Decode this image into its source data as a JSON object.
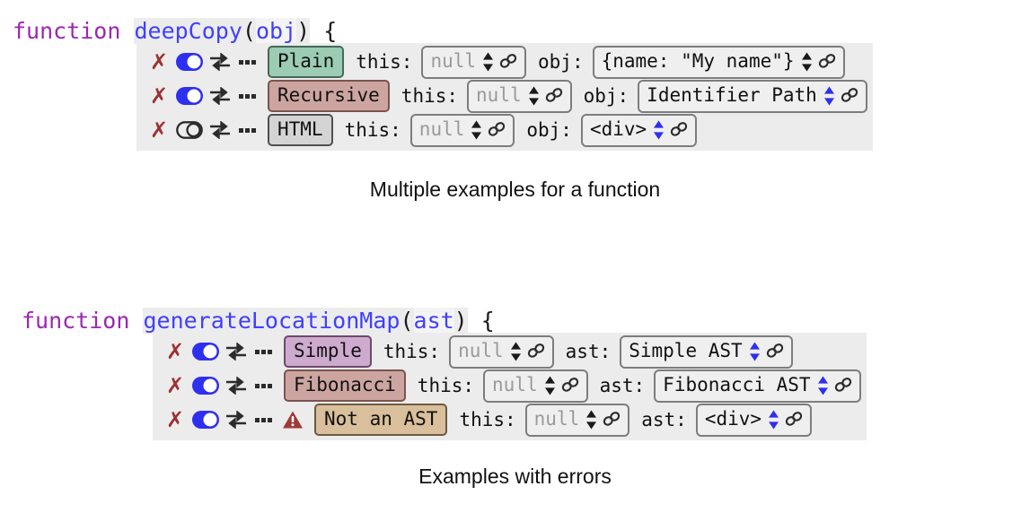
{
  "blocks": [
    {
      "signature": {
        "keyword": "function ",
        "name": "deepCopy",
        "open": "(",
        "arg": "obj",
        "close": ")",
        "brace": " {"
      },
      "caption": "Multiple examples for a function",
      "rows": [
        {
          "close_icon": "x-icon",
          "toggle": "on",
          "swap_icon": "swap-icon",
          "more_icon": "ellipsis-icon",
          "warning": false,
          "chip": {
            "label": "Plain",
            "color": "#9ccdb4",
            "style": "green"
          },
          "params": [
            {
              "label": "this:",
              "value": "null",
              "null": true,
              "arrows": "black",
              "link_icon": "chain-link-icon"
            },
            {
              "label": "obj:",
              "value": "{name: \"My name\"}",
              "null": false,
              "arrows": "black",
              "link_icon": "chain-link-icon"
            }
          ]
        },
        {
          "close_icon": "x-icon",
          "toggle": "on",
          "swap_icon": "swap-icon",
          "more_icon": "ellipsis-icon",
          "warning": false,
          "chip": {
            "label": "Recursive",
            "color": "#cda5a0",
            "style": "rose"
          },
          "params": [
            {
              "label": "this:",
              "value": "null",
              "null": true,
              "arrows": "black",
              "link_icon": "chain-link-icon"
            },
            {
              "label": "obj:",
              "value": "Identifier Path",
              "null": false,
              "arrows": "blue",
              "link_icon": "chain-link-icon"
            }
          ]
        },
        {
          "close_icon": "x-icon",
          "toggle": "off",
          "swap_icon": "swap-icon",
          "more_icon": "ellipsis-icon",
          "warning": false,
          "chip": {
            "label": "HTML",
            "color": "#d4d4d4",
            "style": "gray"
          },
          "params": [
            {
              "label": "this:",
              "value": "null",
              "null": true,
              "arrows": "black",
              "link_icon": "chain-link-icon"
            },
            {
              "label": "obj:",
              "value": "<div>",
              "null": false,
              "arrows": "blue",
              "link_icon": "chain-link-icon"
            }
          ]
        }
      ]
    },
    {
      "signature": {
        "keyword": "function ",
        "name": "generateLocationMap",
        "open": "(",
        "arg": "ast",
        "close": ")",
        "brace": " {"
      },
      "caption": "Examples with errors",
      "rows": [
        {
          "close_icon": "x-icon",
          "toggle": "on",
          "swap_icon": "swap-icon",
          "more_icon": "ellipsis-icon",
          "warning": false,
          "chip": {
            "label": "Simple",
            "color": "#ceaace",
            "style": "purple"
          },
          "params": [
            {
              "label": "this:",
              "value": "null",
              "null": true,
              "arrows": "black",
              "link_icon": "chain-link-icon"
            },
            {
              "label": "ast:",
              "value": "Simple AST",
              "null": false,
              "arrows": "blue",
              "link_icon": "chain-link-icon"
            }
          ]
        },
        {
          "close_icon": "x-icon",
          "toggle": "on",
          "swap_icon": "swap-icon",
          "more_icon": "ellipsis-icon",
          "warning": false,
          "chip": {
            "label": "Fibonacci",
            "color": "#cda5a0",
            "style": "rose"
          },
          "params": [
            {
              "label": "this:",
              "value": "null",
              "null": true,
              "arrows": "black",
              "link_icon": "chain-link-icon"
            },
            {
              "label": "ast:",
              "value": "Fibonacci AST",
              "null": false,
              "arrows": "blue",
              "link_icon": "chain-link-icon"
            }
          ]
        },
        {
          "close_icon": "x-icon",
          "toggle": "on",
          "swap_icon": "swap-icon",
          "more_icon": "ellipsis-icon",
          "warning": true,
          "warning_icon": "warning-triangle-icon",
          "chip": {
            "label": "Not an AST",
            "color": "#d9bf9b",
            "style": "tan"
          },
          "params": [
            {
              "label": "this:",
              "value": "null",
              "null": true,
              "arrows": "black",
              "link_icon": "chain-link-icon"
            },
            {
              "label": "ast:",
              "value": "<div>",
              "null": false,
              "arrows": "blue",
              "link_icon": "chain-link-icon"
            }
          ]
        }
      ]
    }
  ],
  "colors": {
    "keyword": "#9c27b0",
    "function_name": "#3f3fff",
    "argument": "#3f3fff",
    "panel": "#ececec",
    "close_x": "#a03030",
    "toggle_on": "#2f2fef",
    "arrows_active": "#2f2fef",
    "warning": "#a03030",
    "null_text": "#9a9a9a"
  }
}
